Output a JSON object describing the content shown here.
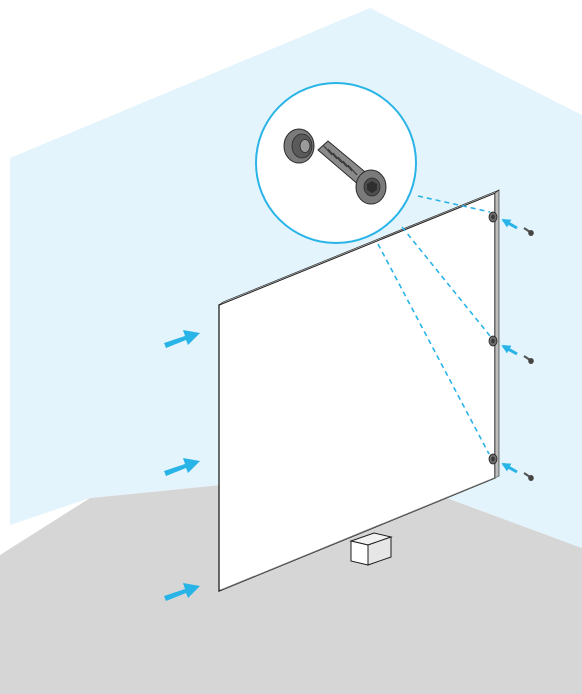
{
  "diagram": {
    "kind": "installation-illustration",
    "colors": {
      "wall": "#e4f4fc",
      "floor": "#d6d6d6",
      "panel": "#ffffff",
      "outline": "#1f1f1f",
      "accent": "#29b4e8",
      "hardware": "#6d6d6d",
      "hardware_dark": "#3a3a3a"
    },
    "icons": [
      "wall-surface",
      "floor-surface",
      "wall-panel",
      "support-block",
      "mounting-screw-icon",
      "standoff-barrel-icon",
      "detail-magnifier-icon",
      "push-arrow-icon"
    ]
  }
}
